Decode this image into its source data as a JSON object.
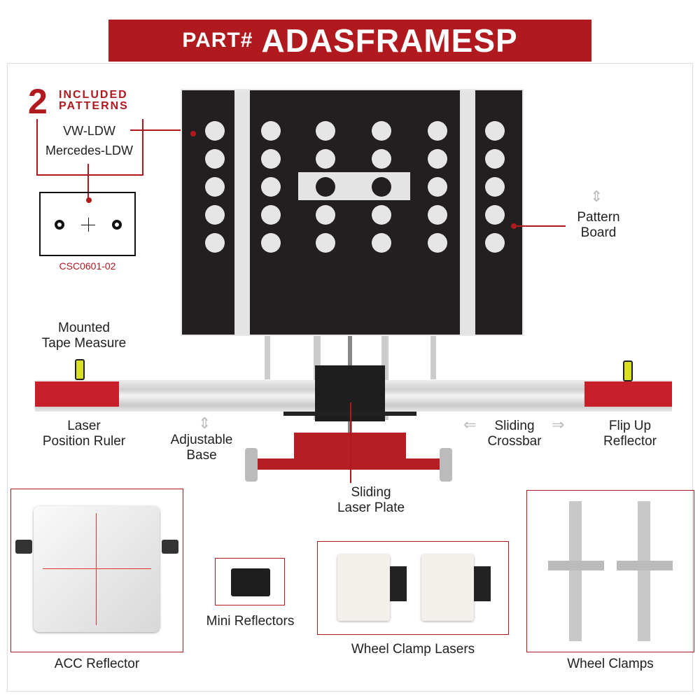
{
  "banner": {
    "prefix": "PART#",
    "part_number": "ADASFRAMESP"
  },
  "patterns": {
    "count": "2",
    "title_line1": "INCLUDED",
    "title_line2": "PATTERNS",
    "items": [
      "VW-LDW",
      "Mercedes-LDW"
    ],
    "target_code": "CSC0601-02"
  },
  "labels": {
    "pattern_board": [
      "Pattern",
      "Board"
    ],
    "tape_measure": [
      "Mounted",
      "Tape Measure"
    ],
    "laser_ruler": [
      "Laser",
      "Position Ruler"
    ],
    "adjustable_base": [
      "Adjustable",
      "Base"
    ],
    "sliding_crossbar": [
      "Sliding",
      "Crossbar"
    ],
    "flip_reflector": [
      "Flip Up",
      "Reflector"
    ],
    "laser_plate": [
      "Sliding",
      "Laser Plate"
    ]
  },
  "accessories": [
    "ACC Reflector",
    "Mini Reflectors",
    "Wheel Clamp Lasers",
    "Wheel Clamps"
  ],
  "colors": {
    "accent": "#b0191e",
    "board": "#231f20"
  }
}
